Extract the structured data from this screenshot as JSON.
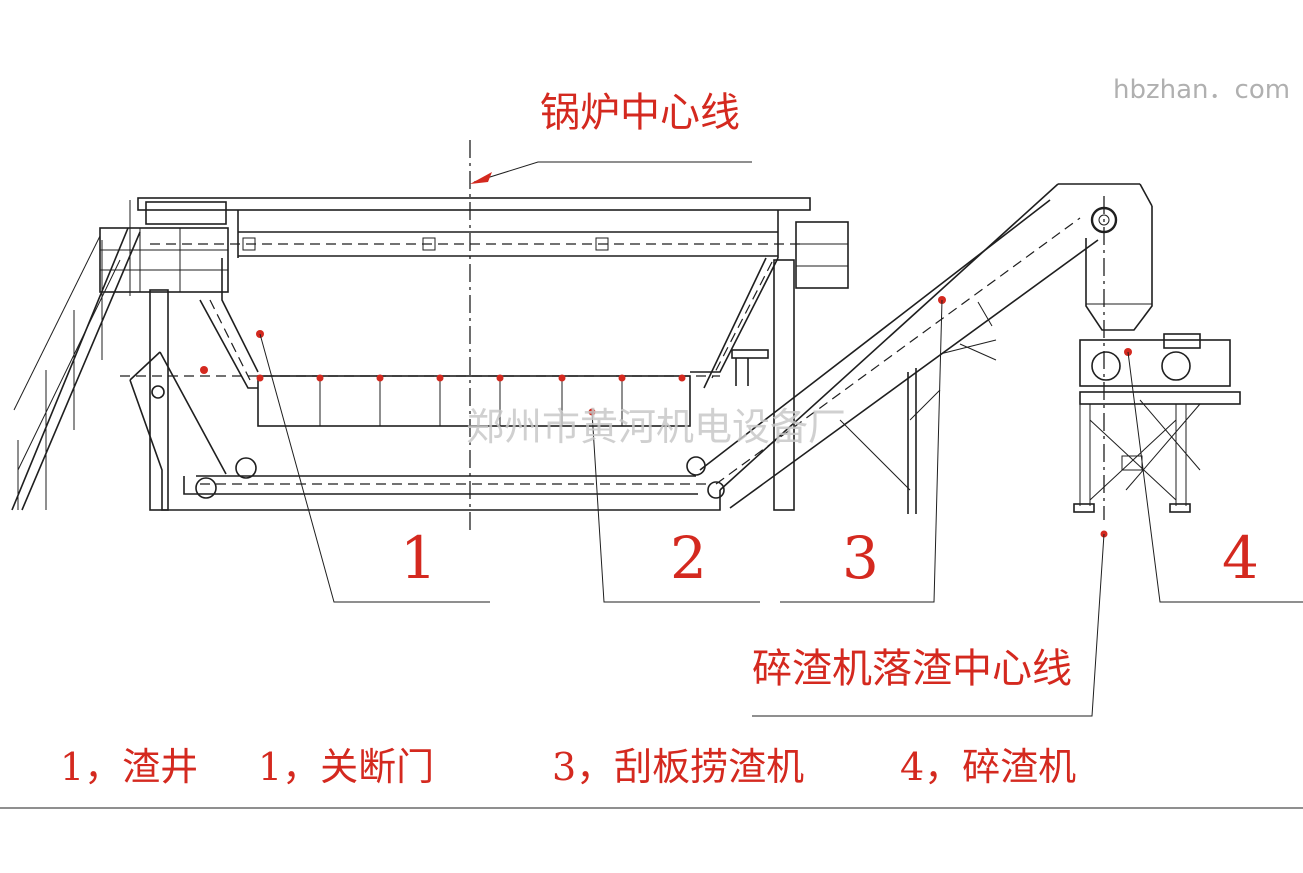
{
  "watermark_top": "hbzhan．com",
  "watermark_center": "郑州市黄河机电设备厂",
  "labels": {
    "boiler_centerline": "锅炉中心线",
    "crusher_centerline": "碎渣机落渣中心线",
    "num_1": "1",
    "num_2": "2",
    "num_3": "3",
    "num_4": "4"
  },
  "legend": {
    "item1": "1，渣井",
    "item2": "1，关断门",
    "item3": "3，刮板捞渣机",
    "item4": "4，碎渣机"
  },
  "colors": {
    "annotation": "#d4291f",
    "linework": "#1f1f1f",
    "watermark": "#9a9a9a"
  }
}
